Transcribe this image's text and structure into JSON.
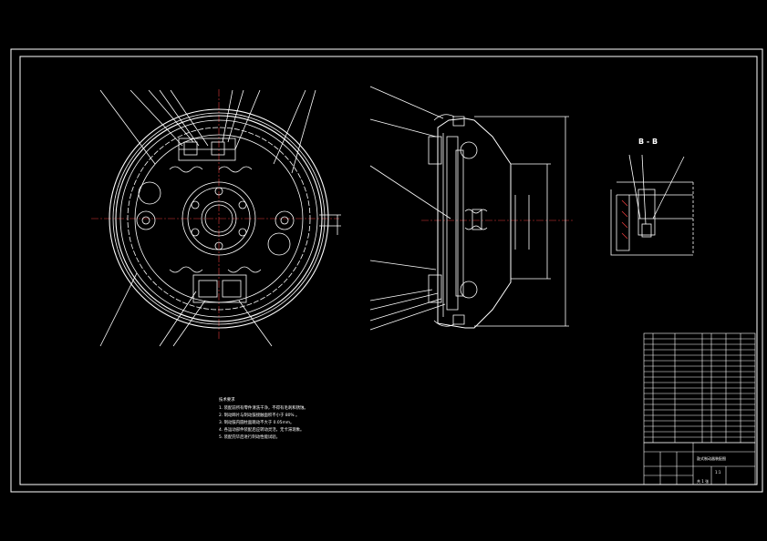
{
  "section_label": "B - B",
  "notes": {
    "title": "技术要求",
    "lines": [
      "1. 装配前所有零件清洗干净，不得有毛刺和锈蚀。",
      "2. 制动蹄片与制动鼓接触面积不小于 80% 。",
      "3. 制动鼓内圆柱面跳动不大于 0.05mm。",
      "4. 各运动部件装配后应转动灵活，无卡滞现象。",
      "5. 装配完毕后进行制动性能试验。"
    ]
  },
  "title_block": {
    "drawing_name": "鼓式制动器装配图",
    "scale": "1:1",
    "sheet": "共 1 张"
  },
  "colors": {
    "background": "#000000",
    "lines": "#ffffff",
    "center_lines": "#e33a3a",
    "fill_green": "#2ec24a",
    "yellow": "#f2e14b"
  }
}
